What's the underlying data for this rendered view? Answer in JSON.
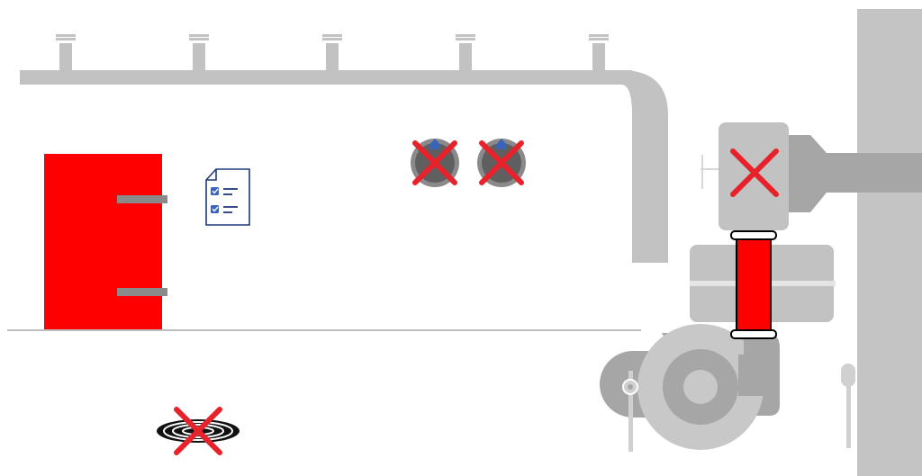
{
  "scene": {
    "colors": {
      "background": "#ffffff",
      "pipe": "#c2c2c2",
      "pipe_dark": "#a6a6a6",
      "wall": "#c4c4c4",
      "door": "#ff0000",
      "door_handle": "#8a8a8a",
      "marker": "#e8222a",
      "clipboard": "#1f3a7a",
      "floor_line": "#bdbdbd"
    }
  },
  "items": {
    "door": {
      "kind": "door",
      "state": "hazard"
    },
    "checklist": {
      "icon": "checklist-icon"
    },
    "dials": [
      {
        "icon": "pressure-gauge-icon",
        "marked": true
      },
      {
        "icon": "pressure-gauge-icon",
        "marked": true
      }
    ],
    "valve_box": {
      "icon": "valve-actuator-icon",
      "marked": true
    },
    "flex_hose": {
      "icon": "flexible-connector-icon",
      "highlighted": true
    },
    "pump": {
      "icon": "pump-icon"
    },
    "floor_drain": {
      "icon": "floor-drain-icon",
      "marked": true
    },
    "sprinklers": {
      "count": 5,
      "icon": "sprinkler-head-icon"
    }
  }
}
